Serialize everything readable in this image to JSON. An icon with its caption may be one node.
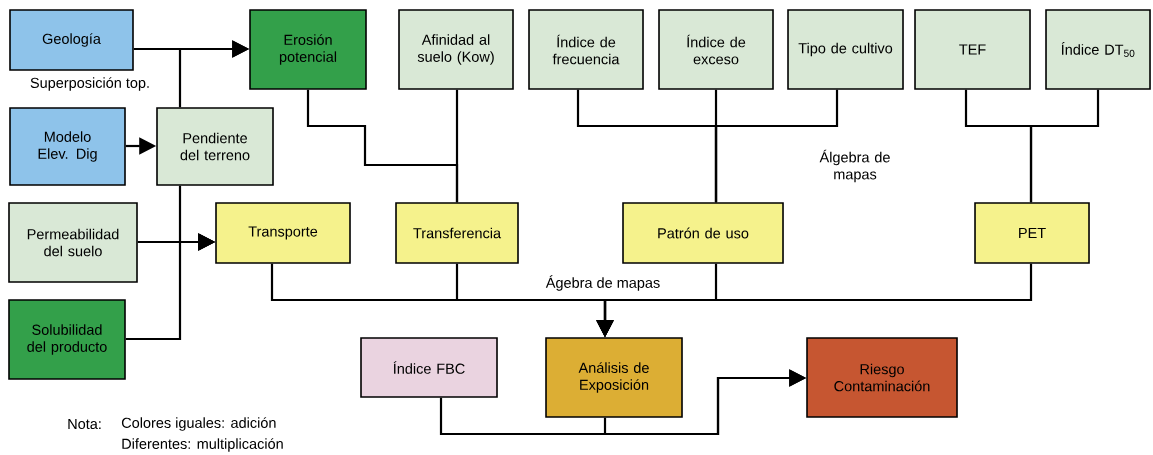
{
  "diagram": {
    "nodes": [
      {
        "text": [
          "Geología"
        ]
      },
      {
        "text": [
          "Erosión potencial"
        ]
      },
      {
        "text": [
          "Afinidad al suelo (Kow)"
        ]
      },
      {
        "text": [
          "Índice de frecuencia"
        ]
      },
      {
        "text": [
          "Índice de exceso"
        ]
      },
      {
        "text": [
          "Tipo de cultivo"
        ]
      },
      {
        "text": [
          "TEF"
        ]
      },
      {
        "text": [
          "Índice DT$_{50}$"
        ]
      },
      {
        "text": [
          "Modelo Elev. Dig"
        ]
      },
      {
        "text": [
          "Pendiente del terreno"
        ]
      },
      {
        "text": [
          "Permeabilidad del suelo"
        ]
      },
      {
        "text": [
          "Transporte"
        ]
      },
      {
        "text": [
          "Transferencia"
        ]
      },
      {
        "text": [
          "Patrón de uso"
        ]
      },
      {
        "text": [
          "PET"
        ]
      },
      {
        "text": [
          "Solubilidad del producto"
        ]
      },
      {
        "text": [
          "Índice FBC"
        ]
      },
      {
        "text": [
          "Análisis de Exposición"
        ]
      },
      {
        "text": [
          "Riesgo Contaminación"
        ]
      }
    ],
    "edges": [
      {
        "from": 0,
        "to": 1,
        "arrow": "to"
      },
      {
        "from": 9,
        "to": 1,
        "arrow": "to"
      },
      {
        "from": 8,
        "to": 9,
        "arrow": "to"
      },
      {
        "from": 10,
        "to": 11,
        "arrow": "to"
      },
      {
        "from": 9,
        "to": 11,
        "arrow": "to"
      },
      {
        "from": 15,
        "to": 11,
        "arrow": "to"
      },
      {
        "from": 1,
        "to": 12,
        "arrow": "none"
      },
      {
        "from": 2,
        "to": 12,
        "arrow": "none"
      },
      {
        "from": 3,
        "to": 13,
        "arrow": "none"
      },
      {
        "from": 4,
        "to": 13,
        "arrow": "none"
      },
      {
        "from": 5,
        "to": 13,
        "arrow": "none"
      },
      {
        "from": 6,
        "to": 14,
        "arrow": "none"
      },
      {
        "from": 7,
        "to": 14,
        "arrow": "none"
      },
      {
        "from": 11,
        "to": 17,
        "arrow": "to"
      },
      {
        "from": 12,
        "to": 17,
        "arrow": "to"
      },
      {
        "from": 13,
        "to": 17,
        "arrow": "to"
      },
      {
        "from": 14,
        "to": 17,
        "arrow": "to"
      },
      {
        "from": 16,
        "to": 18,
        "arrow": "to"
      },
      {
        "from": 17,
        "to": 18,
        "arrow": "to"
      }
    ],
    "labels": [
      "Superposición top.",
      "Álgebra de mapas",
      "Ágebra de mapas",
      "Nota:",
      "Colores iguales: adición",
      "Diferentes: multiplicación"
    ]
  }
}
